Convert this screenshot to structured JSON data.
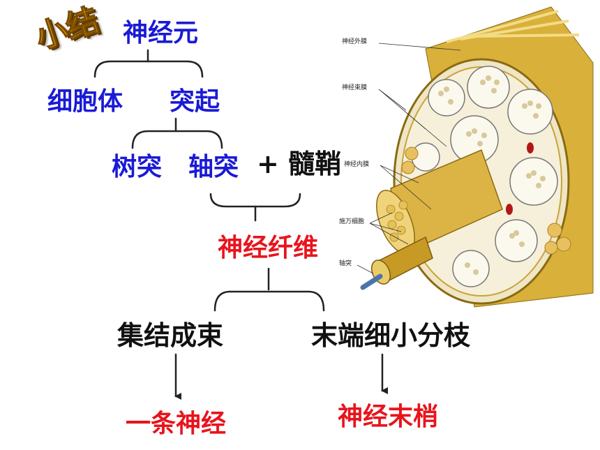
{
  "title": "小结",
  "tree": {
    "neuron": "神经元",
    "cell_body": "细胞体",
    "process": "突起",
    "dendrite": "树突",
    "axon": "轴突",
    "myelin": "+ 髓鞘",
    "nerve_fiber": "神经纤维",
    "bundle": "集结成束",
    "branch": "末端细小分枝",
    "nerve": "一条神经",
    "nerve_ending": "神经末梢"
  },
  "figure_labels": {
    "epineurium": "神经外膜",
    "perineurium": "神经束膜",
    "endoneurium": "神经内膜",
    "schwann": "施万细胞",
    "axon": "轴突"
  },
  "colors": {
    "blue": "#1a1ad6",
    "red": "#e8141c",
    "black": "#111111",
    "nerve_gold": "#d9b03a"
  }
}
